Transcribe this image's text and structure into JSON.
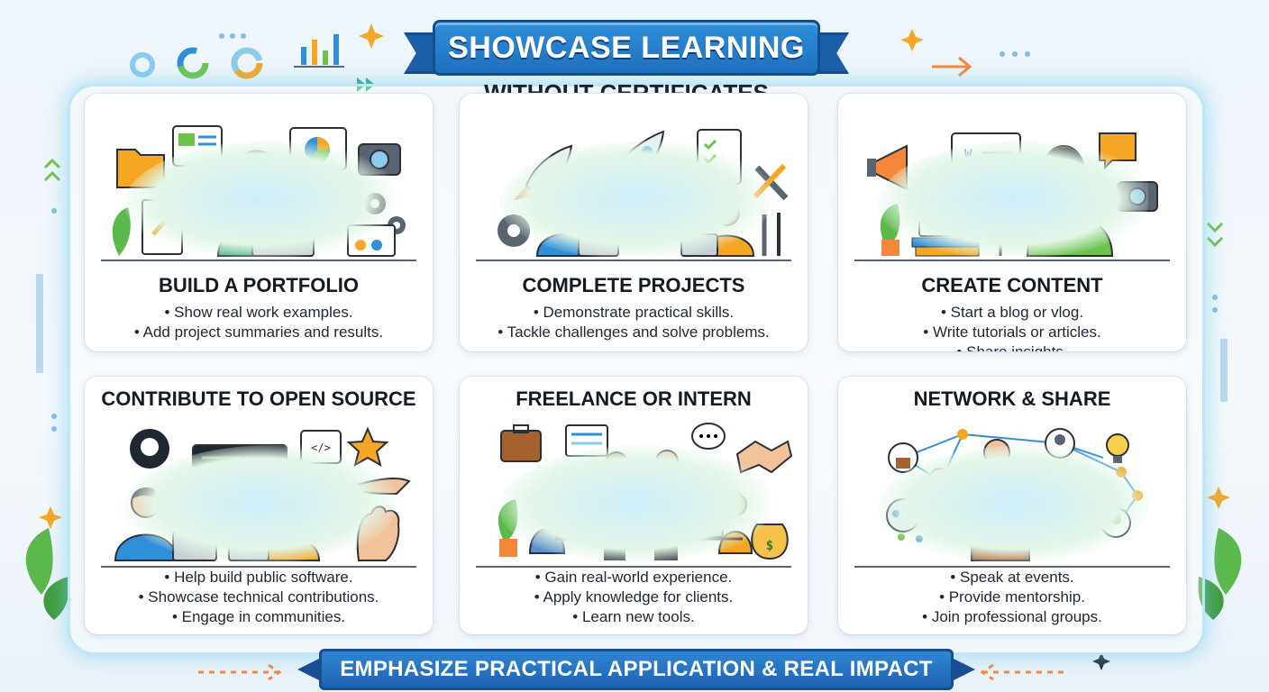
{
  "header": {
    "title": "SHOWCASE LEARNING",
    "subtitle": "WITHOUT CERTIFICATES"
  },
  "cards": [
    {
      "title": "BUILD A PORTFOLIO",
      "bullets": [
        "Show real work examples.",
        "Add project summaries and results."
      ]
    },
    {
      "title": "COMPLETE PROJECTS",
      "bullets": [
        "Demonstrate practical skills.",
        "Tackle challenges and solve problems."
      ]
    },
    {
      "title": "CREATE CONTENT",
      "bullets": [
        "Start a blog or vlog.",
        "Write tutorials or articles.",
        "Share insights."
      ]
    },
    {
      "title": "CONTRIBUTE TO OPEN SOURCE",
      "bullets": [
        "Help build public software.",
        "Showcase technical contributions.",
        "Engage in communities."
      ]
    },
    {
      "title": "FREELANCE OR INTERN",
      "bullets": [
        "Gain real-world experience.",
        "Apply knowledge for clients.",
        "Learn new tools."
      ]
    },
    {
      "title": "NETWORK & SHARE",
      "bullets": [
        "Speak at events.",
        "Provide mentorship.",
        "Join professional groups."
      ]
    }
  ],
  "footer": {
    "text": "EMPHASIZE PRACTICAL APPLICATION & REAL IMPACT"
  },
  "illustration_labels": {
    "code_tag": "</>",
    "word_doc": "W",
    "money": "$"
  },
  "colors": {
    "banner_blue": "#1f6fbf",
    "accent_green": "#6cc24a",
    "accent_orange": "#f5a623",
    "glow": "#bfe6f7"
  }
}
